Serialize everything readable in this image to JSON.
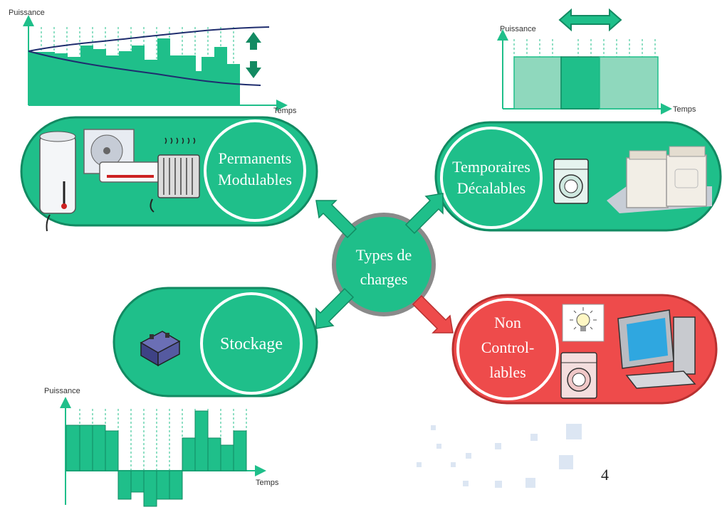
{
  "center": {
    "line1": "Types de",
    "line2": "charges"
  },
  "categories": {
    "permanents": {
      "line1": "Permanents",
      "line2": "Modulables"
    },
    "temporaires": {
      "line1": "Temporaires",
      "line2": "Décalables"
    },
    "stockage": {
      "line1": "Stockage"
    },
    "non_controlables": {
      "line1": "Non",
      "line2": "Control-",
      "line3": "lables"
    }
  },
  "charts": {
    "permanents": {
      "ylabel": "Puissance",
      "xlabel": "Temps"
    },
    "temporaires": {
      "ylabel": "Puissance",
      "xlabel": "Temps"
    },
    "stockage": {
      "ylabel": "Puissance",
      "xlabel": "Temps"
    }
  },
  "page_number": "4",
  "colors": {
    "green": "#1fbf8a",
    "dark_green": "#128a62",
    "light_green": "#8fd8bd",
    "red": "#ee4b4b",
    "navy": "#1f2d6e"
  }
}
